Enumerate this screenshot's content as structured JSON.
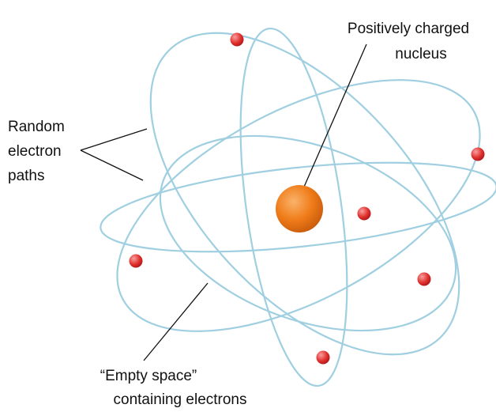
{
  "labels": {
    "nucleus_line1": "Positively charged",
    "nucleus_line2": "nucleus",
    "paths_line1": "Random",
    "paths_line2": "electron",
    "paths_line3": "paths",
    "space_line1": "“Empty space”",
    "space_line2": "containing electrons"
  },
  "colors": {
    "orbit": "#9fcfe0",
    "nucleus": "#f07d1a",
    "nucleus_highlight": "#f9b36b",
    "nucleus_shadow": "#c85a0c",
    "electron": "#e0302c",
    "electron_highlight": "#f8a0a0",
    "text": "#111111",
    "leader": "#111111"
  }
}
